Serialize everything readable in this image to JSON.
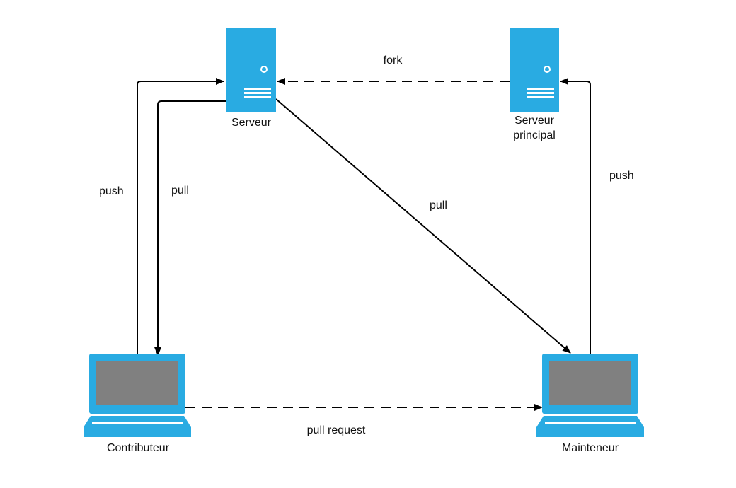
{
  "nodes": {
    "server": {
      "label": "Serveur"
    },
    "main_server": {
      "label_line1": "Serveur",
      "label_line2": "principal"
    },
    "contributor": {
      "label": "Contributeur"
    },
    "maintainer": {
      "label": "Mainteneur"
    }
  },
  "edges": {
    "fork": {
      "label": "fork",
      "style": "dashed"
    },
    "contributor_push": {
      "label": "push",
      "style": "solid"
    },
    "contributor_pull": {
      "label": "pull",
      "style": "solid"
    },
    "maintainer_pull": {
      "label": "pull",
      "style": "solid"
    },
    "maintainer_push": {
      "label": "push",
      "style": "solid"
    },
    "pull_request": {
      "label": "pull request",
      "style": "dashed"
    }
  },
  "colors": {
    "device_blue": "#29abe2",
    "screen_gray": "#808080",
    "line": "#000000"
  },
  "icons": {
    "server": "server-icon",
    "laptop": "laptop-icon"
  }
}
